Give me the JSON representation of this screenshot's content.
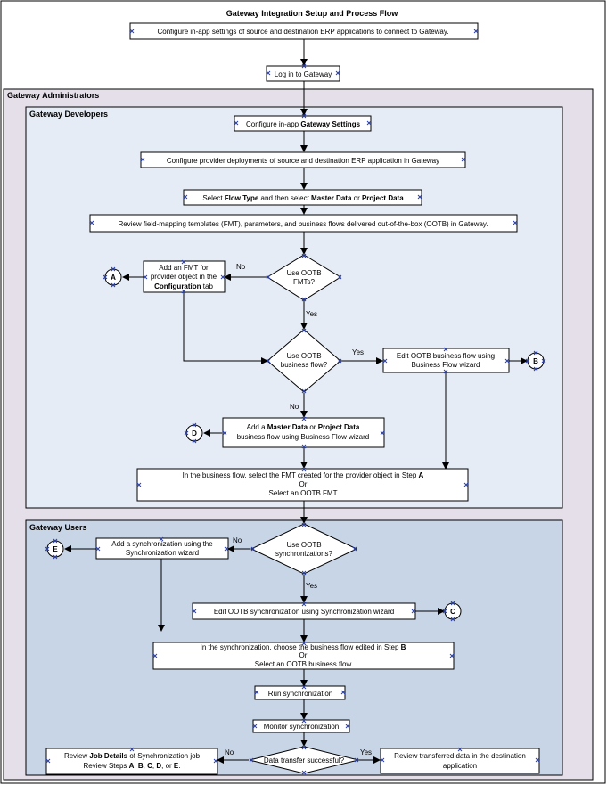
{
  "title": "Gateway Integration Setup and Process Flow",
  "lanes": {
    "admins": "Gateway Administrators",
    "developers": "Gateway Developers",
    "users": "Gateway Users"
  },
  "colors": {
    "admin_lane": "#e5dfea",
    "dev_lane": "#e6ecf5",
    "users_lane": "#c8d5e6",
    "connector": "#000000",
    "box_fill": "#ffffff"
  },
  "steps": {
    "configure_erp": "Configure in-app settings of source and destination ERP applications to connect to Gateway.",
    "login": "Log in to Gateway",
    "gw_settings_pre": "Configure in-app ",
    "gw_settings_bold": "Gateway Settings",
    "provider_deploy": "Configure provider deployments of source and destination ERP application  in Gateway",
    "flow_t1": "Select ",
    "flow_t2": "Flow Type",
    "flow_t3": " and then select ",
    "flow_t4": "Master Data",
    "flow_t5": " or ",
    "flow_t6": "Project Data",
    "review_fmt": "Review field-mapping templates (FMT), parameters, and business flows delivered out-of-the-box (OOTB) in Gateway.",
    "add_fmt_l1": "Add an FMT for",
    "add_fmt_l2": "provider object in the",
    "add_fmt_l3b": "Configuration",
    "add_fmt_l3": " tab",
    "dec_fmt_l1": "Use OOTB",
    "dec_fmt_l2": "FMTs?",
    "dec_bf_l1": "Use OOTB",
    "dec_bf_l2": "business flow?",
    "edit_bf_l1": "Edit OOTB business flow using",
    "edit_bf_l2": "Business Flow wizard",
    "add_bf_1": "Add a ",
    "add_bf_2": "Master Data",
    "add_bf_3": " or ",
    "add_bf_4": "Project Data",
    "add_bf_l2": "business flow using Business Flow wizard",
    "sel_fmt_l1a": "In the business flow, select the FMT created for the provider object in Step ",
    "sel_fmt_l1b": "A",
    "sel_fmt_l2": "Or",
    "sel_fmt_l3": "Select an OOTB FMT",
    "add_sync_l1": "Add a synchronization using the",
    "add_sync_l2": "Synchronization wizard",
    "dec_sync_l1": "Use OOTB",
    "dec_sync_l2": "synchronizations?",
    "edit_sync": "Edit OOTB synchronization using Synchronization wizard",
    "choose_bf_l1a": "In the synchronization, choose the business flow edited in Step ",
    "choose_bf_l1b": "B",
    "choose_bf_l2": "Or",
    "choose_bf_l3": "Select an OOTB business flow",
    "run_sync": "Run synchronization",
    "monitor_sync": "Monitor synchronization",
    "review_job_a": "Review ",
    "review_job_b": "Job Details",
    "review_job_c": " of Synchronization job",
    "review_steps_a": "Review Steps ",
    "review_steps_b": "A",
    "review_steps_c": ", ",
    "review_steps_d": "B",
    "review_steps_e": ", ",
    "review_steps_f": "C",
    "review_steps_g": ", ",
    "review_steps_h": "D",
    "review_steps_i": ", or ",
    "review_steps_j": "E",
    "review_steps_k": ".",
    "dec_transfer": "Data transfer successful?",
    "review_data_l1": "Review transferred data in the destination",
    "review_data_l2": "application"
  },
  "edge_labels": {
    "no": "No",
    "yes": "Yes"
  },
  "connectors": {
    "A": "A",
    "B": "B",
    "C": "C",
    "D": "D",
    "E": "E"
  }
}
